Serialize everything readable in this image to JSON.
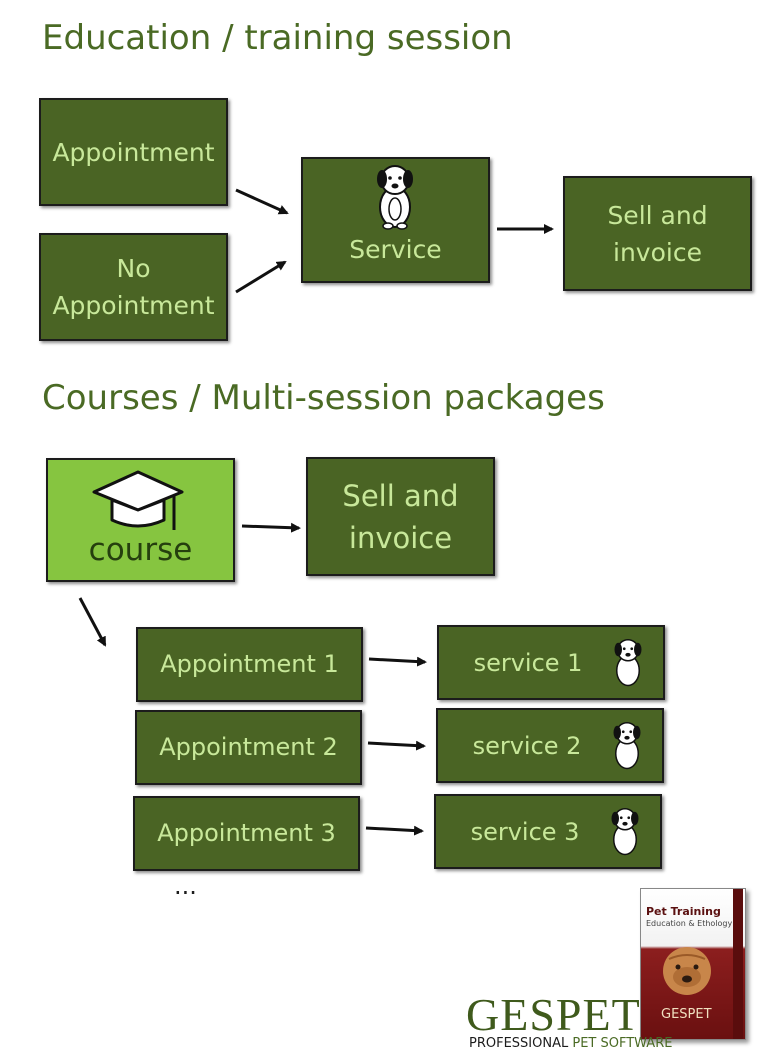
{
  "sections": {
    "education": {
      "heading": "Education / training session"
    },
    "courses": {
      "heading": "Courses / Multi-session packages"
    }
  },
  "flow1": {
    "appointment": "Appointment",
    "no_appointment_line1": "No",
    "no_appointment_line2": "Appointment",
    "service": "Service",
    "sell_line1": "Sell and",
    "sell_line2": "invoice"
  },
  "flow2": {
    "course": "course",
    "sell_line1": "Sell and",
    "sell_line2": "invoice",
    "rows": [
      {
        "appointment": "Appointment 1",
        "service": "service 1"
      },
      {
        "appointment": "Appointment 2",
        "service": "service 2"
      },
      {
        "appointment": "Appointment 3",
        "service": "service 3"
      }
    ],
    "ellipsis": "..."
  },
  "branding": {
    "logo_ges": "GES",
    "logo_pet": "PET",
    "tagline_part1": "PROFESSIONAL ",
    "tagline_part2": "PET SOFTWARE",
    "product_title": "Pet Training",
    "product_subtitle": "Education & Ethology",
    "product_brand": "GESPET"
  },
  "icons": [
    "dog-icon",
    "graduation-cap-icon",
    "arrow-icon"
  ],
  "colors": {
    "box_dark_green": "#4a6424",
    "box_light_green": "#86c540",
    "box_text": "#c8e89a",
    "heading": "#4a6a24"
  }
}
